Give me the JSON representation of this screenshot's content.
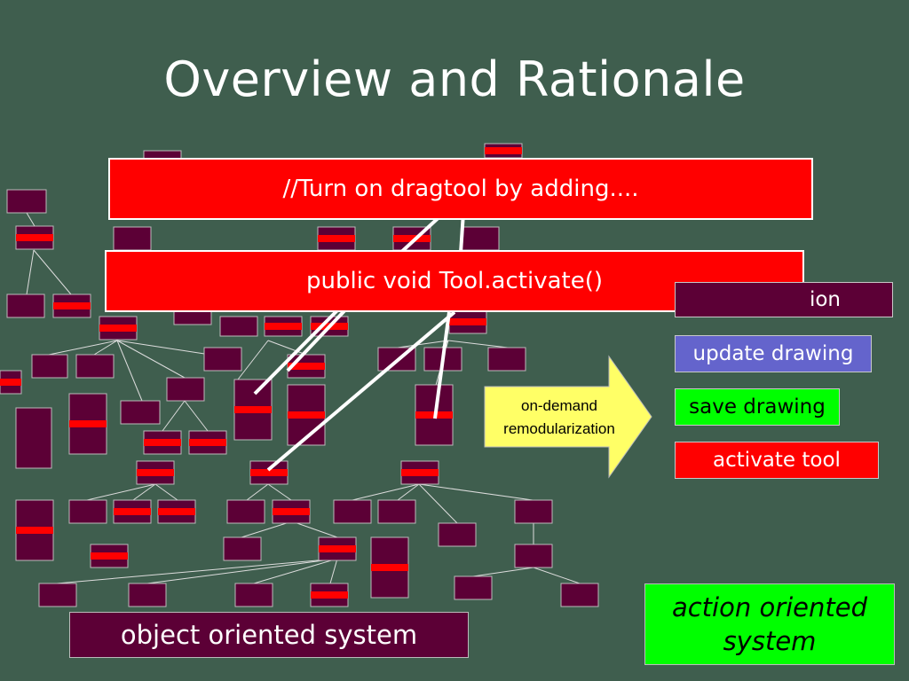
{
  "slide": {
    "title": "Overview and Rationale",
    "background_color": "#3f5e4e"
  },
  "callouts": {
    "dragtool_comment": "//Turn on dragtool by adding....",
    "method_signature": "public void Tool.activate()"
  },
  "concerns": {
    "partial_hidden": "ion",
    "update_drawing": "update drawing",
    "save_drawing": "save drawing",
    "activate_tool": "activate tool"
  },
  "arrow": {
    "label": "on-demand remodularization",
    "fill_color": "#ffff66"
  },
  "labels": {
    "object_oriented": "object oriented system",
    "action_oriented": "action oriented system"
  },
  "colors": {
    "module_fill": "#5c0036",
    "highlight": "#ff0000",
    "update_box": "#6464cc",
    "save_box": "#00ff00",
    "activate_box": "#ff0000"
  }
}
